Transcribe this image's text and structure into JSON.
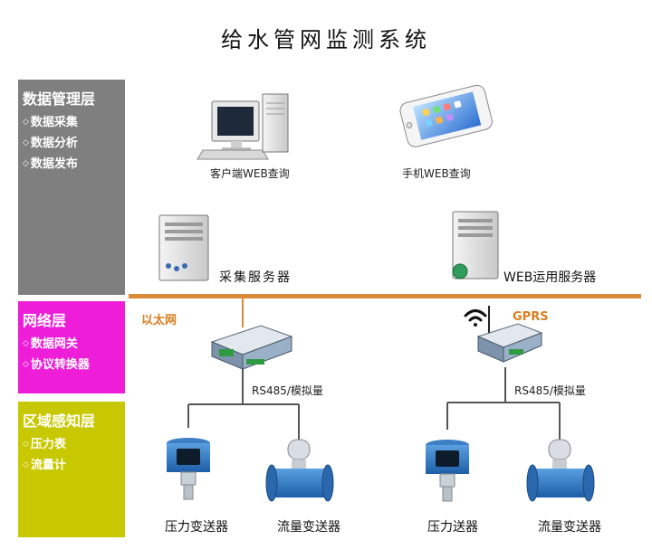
{
  "title": "给水管网监测系统",
  "bands": {
    "data_mgmt": {
      "title": "数据管理层",
      "items": [
        "数据采集",
        "数据分析",
        "数据发布"
      ],
      "color": "#7f7f7f"
    },
    "network": {
      "title": "网络层",
      "items": [
        "数据网关",
        "协议转换器"
      ],
      "color": "#ee1ed8"
    },
    "sensing": {
      "title": "区域感知层",
      "items": [
        "压力表",
        "流量计"
      ],
      "color": "#c8c800"
    }
  },
  "nodes": {
    "client": "客户端WEB查询",
    "mobile": "手机WEB查询",
    "collect_server": "采集服务器",
    "web_server": "WEB运用服务器",
    "ethernet": "以太网",
    "gprs": "GPRS",
    "rs485_left": "RS485/模拟量",
    "rs485_right": "RS485/模拟量",
    "pressure_left": "压力变送器",
    "flow_left": "流量变送器",
    "pressure_right": "压力送器",
    "flow_right": "流量变送器"
  },
  "colors": {
    "bus": "#d98b3a",
    "wires": "#555555",
    "accent": "#d87f22"
  }
}
